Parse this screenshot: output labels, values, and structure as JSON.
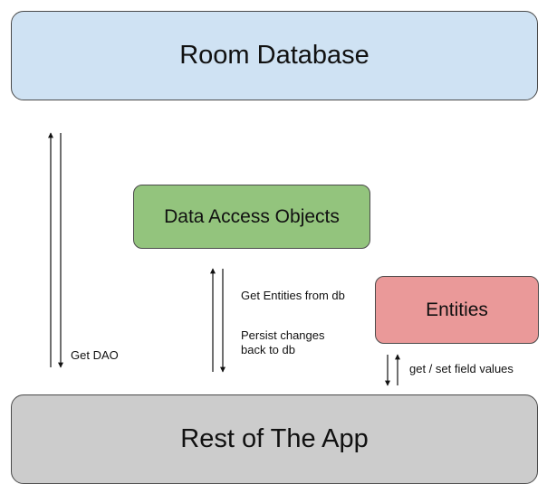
{
  "boxes": {
    "room_database": "Room Database",
    "data_access_objects": "Data Access Objects",
    "entities": "Entities",
    "rest_of_app": "Rest of The App"
  },
  "labels": {
    "get_dao": "Get DAO",
    "get_entities": "Get Entities from db",
    "persist_changes": "Persist changes\nback to db",
    "get_set_fields": "get / set field values"
  },
  "colors": {
    "room_database": "#cfe2f3",
    "data_access_objects": "#93c47d",
    "entities": "#ea9999",
    "rest_of_app": "#cccccc"
  }
}
